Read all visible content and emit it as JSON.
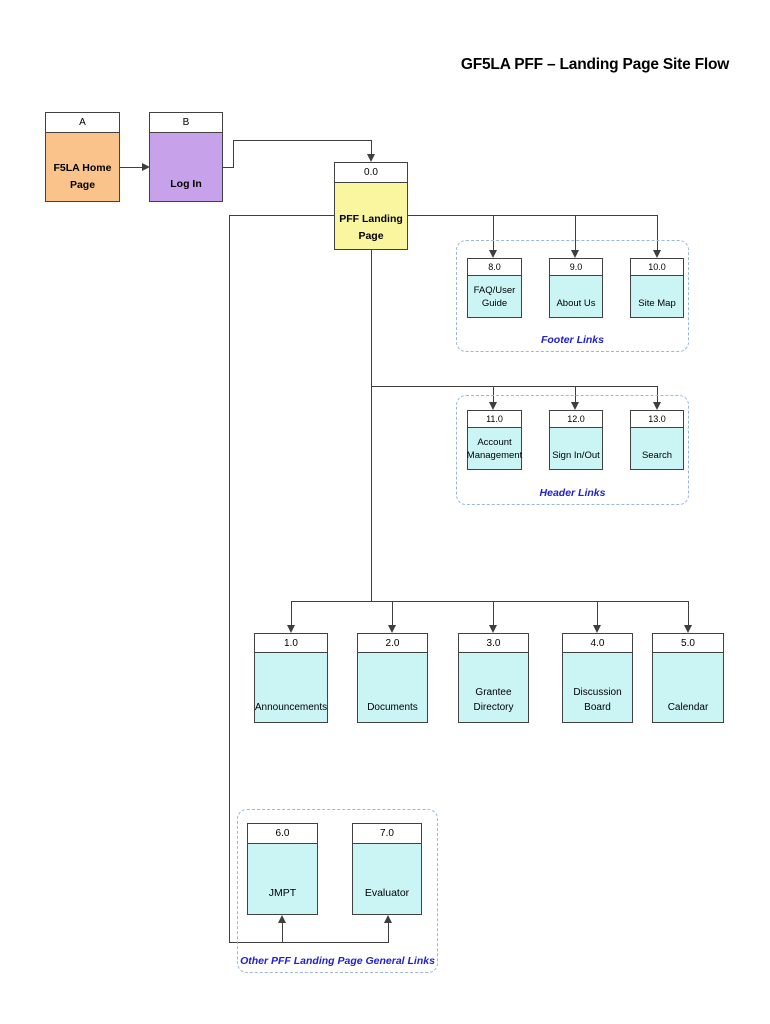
{
  "title": "GF5LA PFF – Landing Page Site Flow",
  "colors": {
    "orange": "#f9c38b",
    "purple": "#c7a2ea",
    "yellow": "#faf6a0",
    "cyan": "#cbf4f5",
    "line": "#3f3f3f",
    "group_border": "#9ab7d8",
    "group_label_blue": "#2121ce"
  },
  "nodes": {
    "a": {
      "id": "A",
      "label": "F5LA Home Page"
    },
    "b": {
      "id": "B",
      "label": "Log In"
    },
    "n0": {
      "id": "0.0",
      "label": "PFF Landing Page"
    },
    "n1": {
      "id": "1.0",
      "label": "Announcements"
    },
    "n2": {
      "id": "2.0",
      "label": "Documents"
    },
    "n3": {
      "id": "3.0",
      "label": "Grantee Directory"
    },
    "n4": {
      "id": "4.0",
      "label": "Discussion Board"
    },
    "n5": {
      "id": "5.0",
      "label": "Calendar"
    },
    "n6": {
      "id": "6.0",
      "label": "JMPT"
    },
    "n7": {
      "id": "7.0",
      "label": "Evaluator"
    },
    "n8": {
      "id": "8.0",
      "label": "FAQ/User Guide"
    },
    "n9": {
      "id": "9.0",
      "label": "About Us"
    },
    "n10": {
      "id": "10.0",
      "label": "Site Map"
    },
    "n11": {
      "id": "11.0",
      "label": "Account Management"
    },
    "n12": {
      "id": "12.0",
      "label": "Sign In/Out"
    },
    "n13": {
      "id": "13.0",
      "label": "Search"
    }
  },
  "groups": {
    "footer": {
      "label": "Footer Links"
    },
    "header": {
      "label": "Header Links"
    },
    "other": {
      "label": "Other PFF Landing Page General Links"
    }
  }
}
